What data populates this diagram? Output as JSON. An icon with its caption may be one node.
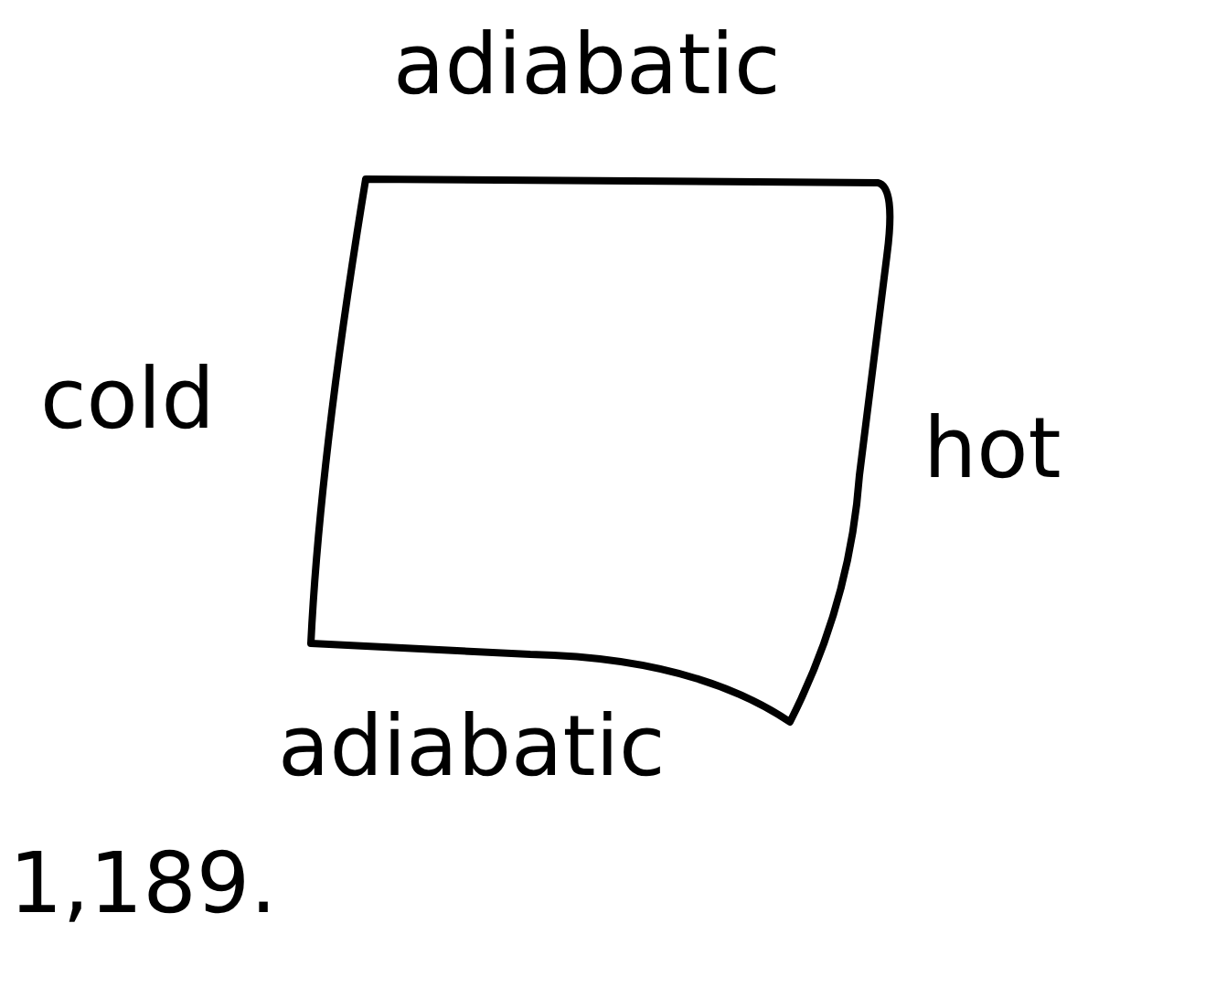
{
  "diagram": {
    "labels": [
      "adiabatic",
      "cold",
      "hot",
      "adiabatic",
      "1,189."
    ]
  }
}
